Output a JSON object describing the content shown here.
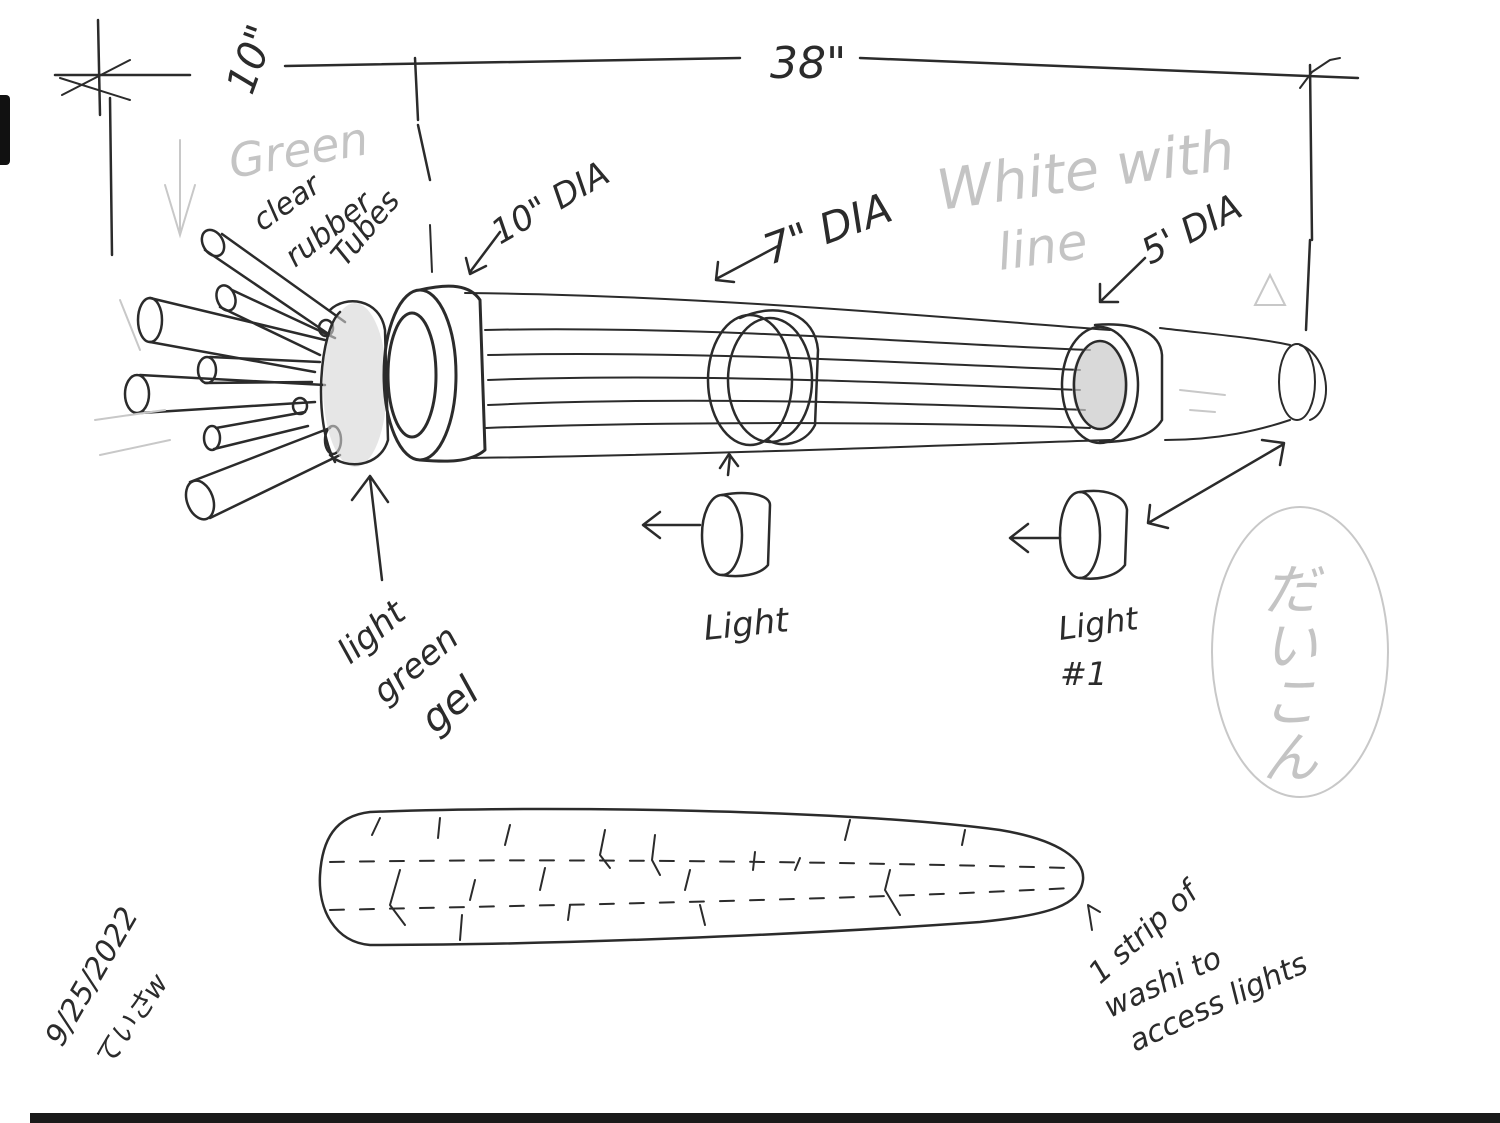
{
  "dimensions": {
    "overall_length": "38\"",
    "tube_length": "10\""
  },
  "labels": {
    "faint_note_green": "Green",
    "clear_tubes_line1": "clear",
    "clear_tubes_line2": "rubber",
    "clear_tubes_line3": "Tubes",
    "dia_10": "10\" DIA",
    "dia_7": "7\" DIA",
    "dia_5": "5' DIA",
    "faint_note_white_line1": "White with",
    "faint_note_white_line2": "line",
    "gel_line1": "light",
    "gel_line2": "green",
    "gel_line3": "gel",
    "light_left": "Light",
    "light_right_line1": "Light",
    "light_right_line2": "#1",
    "faint_oval_text": "だいこん",
    "washi_line1": "1 strip of",
    "washi_line2": "washi to",
    "washi_line3": "access lights",
    "date": "9/25/2022",
    "signature": "ていさw"
  },
  "colors": {
    "ink": "#2b2b2b",
    "faint_pencil": "#c4c4c4",
    "shading": "#bdbdbd",
    "paper": "#ffffff"
  }
}
